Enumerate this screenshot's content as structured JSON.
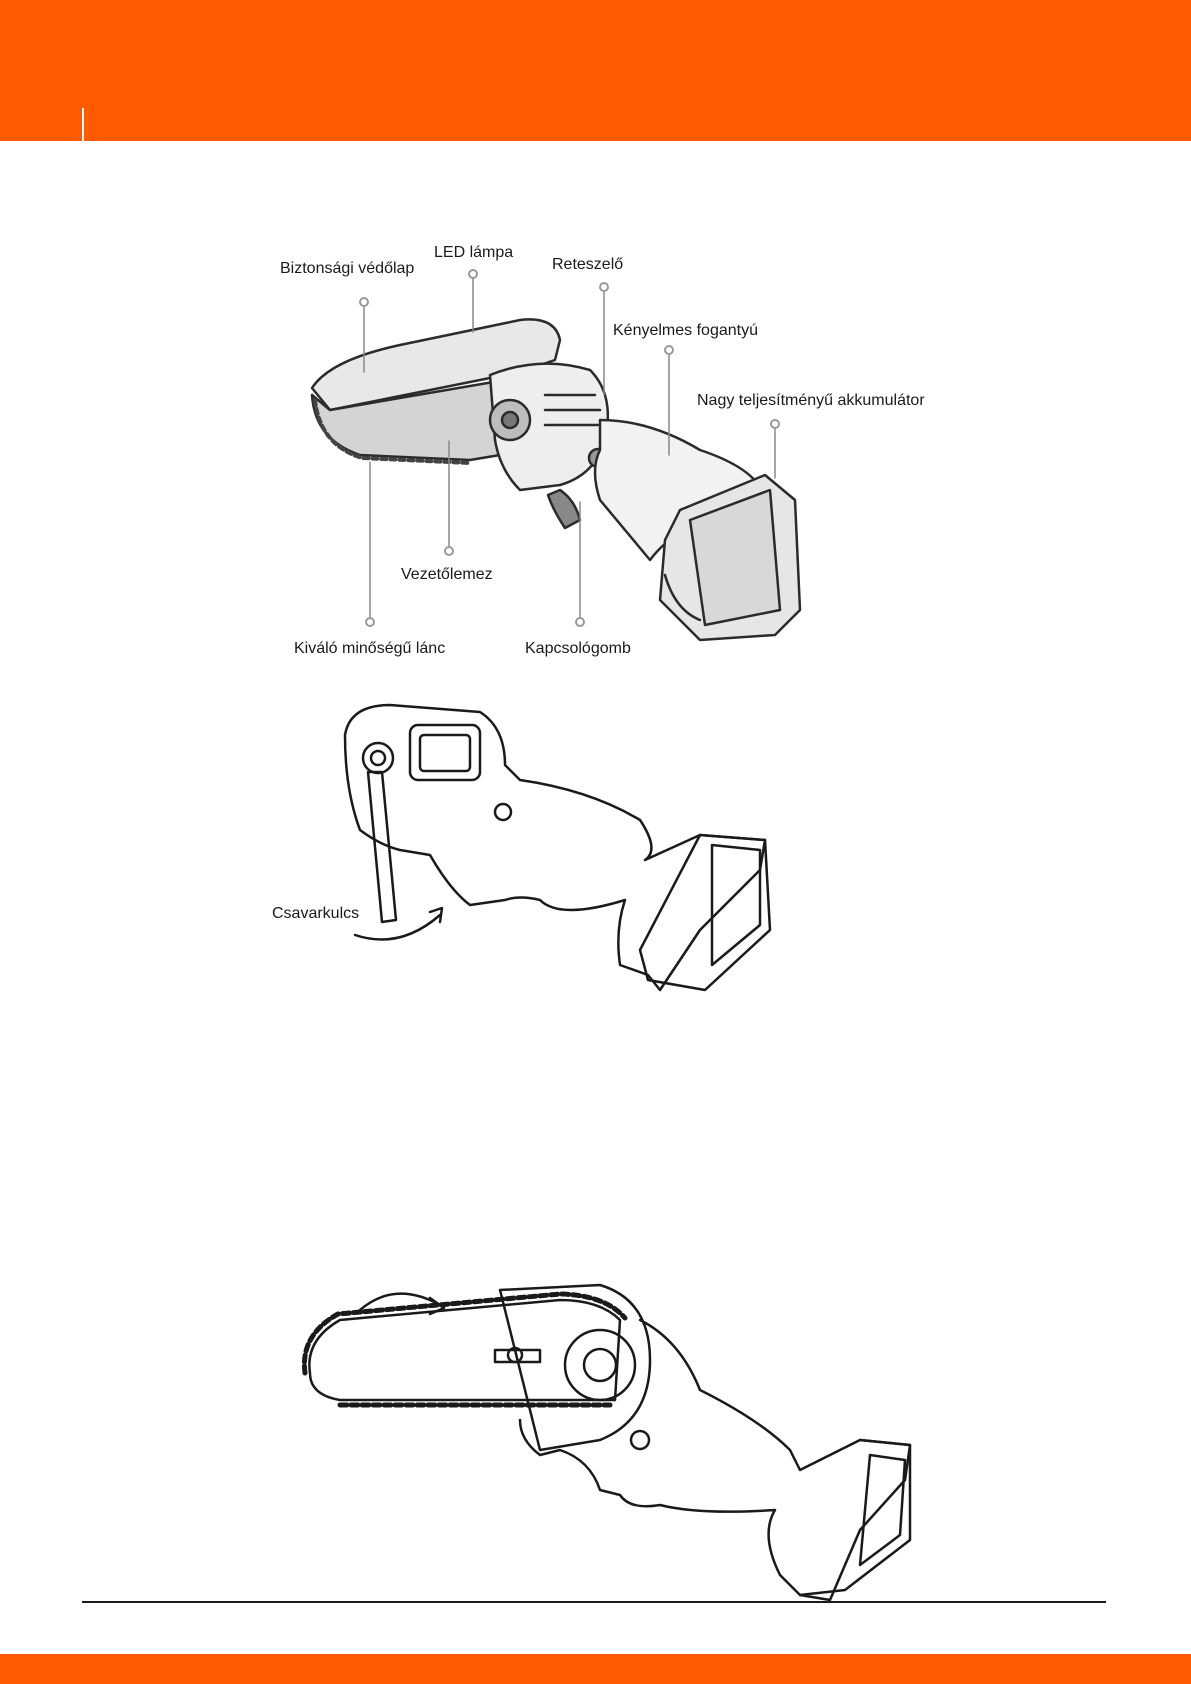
{
  "colors": {
    "accent": "#ff5a00",
    "line": "#1a1a1a"
  },
  "figure1": {
    "labels": {
      "safety_guard": "Biztonsági védőlap",
      "led_lamp": "LED lámpa",
      "lock": "Reteszelő",
      "handle": "Kényelmes fogantyú",
      "battery": "Nagy teljesítményű akkumulátor",
      "guide_bar": "Vezetőlemez",
      "chain": "Kiváló minőségű lánc",
      "switch": "Kapcsológomb"
    }
  },
  "figure2": {
    "labels": {
      "wrench": "Csavarkulcs"
    }
  },
  "figure3": {}
}
